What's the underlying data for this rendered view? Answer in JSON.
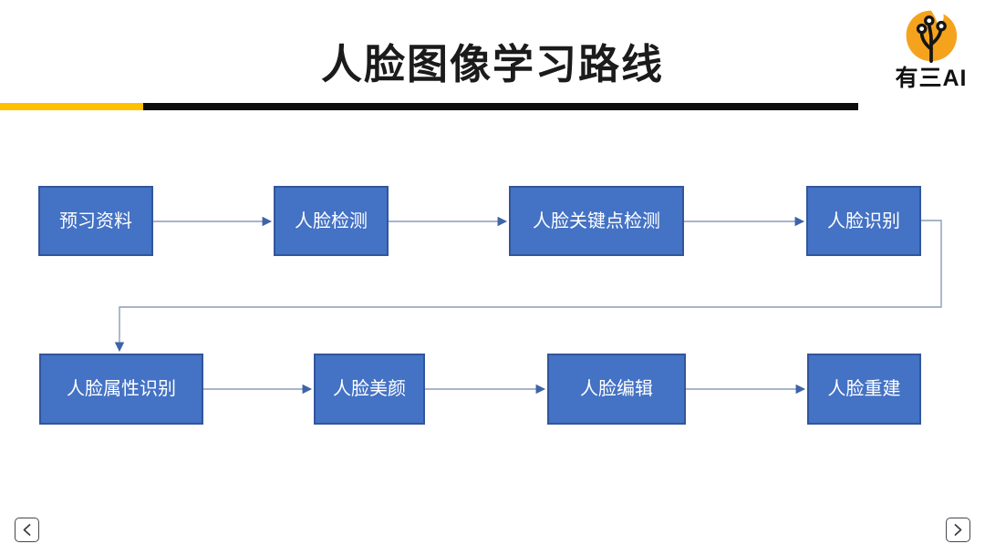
{
  "slide": {
    "title": "人脸图像学习路线",
    "logo": {
      "brand": "有三AI",
      "icon": "sprout-circuit-icon",
      "icon_color": "#F5A31D"
    },
    "divider": {
      "accent_color": "#FFC000",
      "main_color": "#0D0D0D"
    }
  },
  "flowchart": {
    "box_fill": "#4472C4",
    "box_border": "#31569B",
    "connector_color": "#8A9CB8",
    "arrowhead_color": "#3E63A8",
    "rows": [
      {
        "boxes": [
          {
            "label": "预习资料"
          },
          {
            "label": "人脸检测"
          },
          {
            "label": "人脸关键点检测"
          },
          {
            "label": "人脸识别"
          }
        ]
      },
      {
        "boxes": [
          {
            "label": "人脸属性识别"
          },
          {
            "label": "人脸美颜"
          },
          {
            "label": "人脸编辑"
          },
          {
            "label": "人脸重建"
          }
        ]
      }
    ]
  },
  "nav": {
    "prev_icon": "chevron-left",
    "next_icon": "chevron-right"
  }
}
